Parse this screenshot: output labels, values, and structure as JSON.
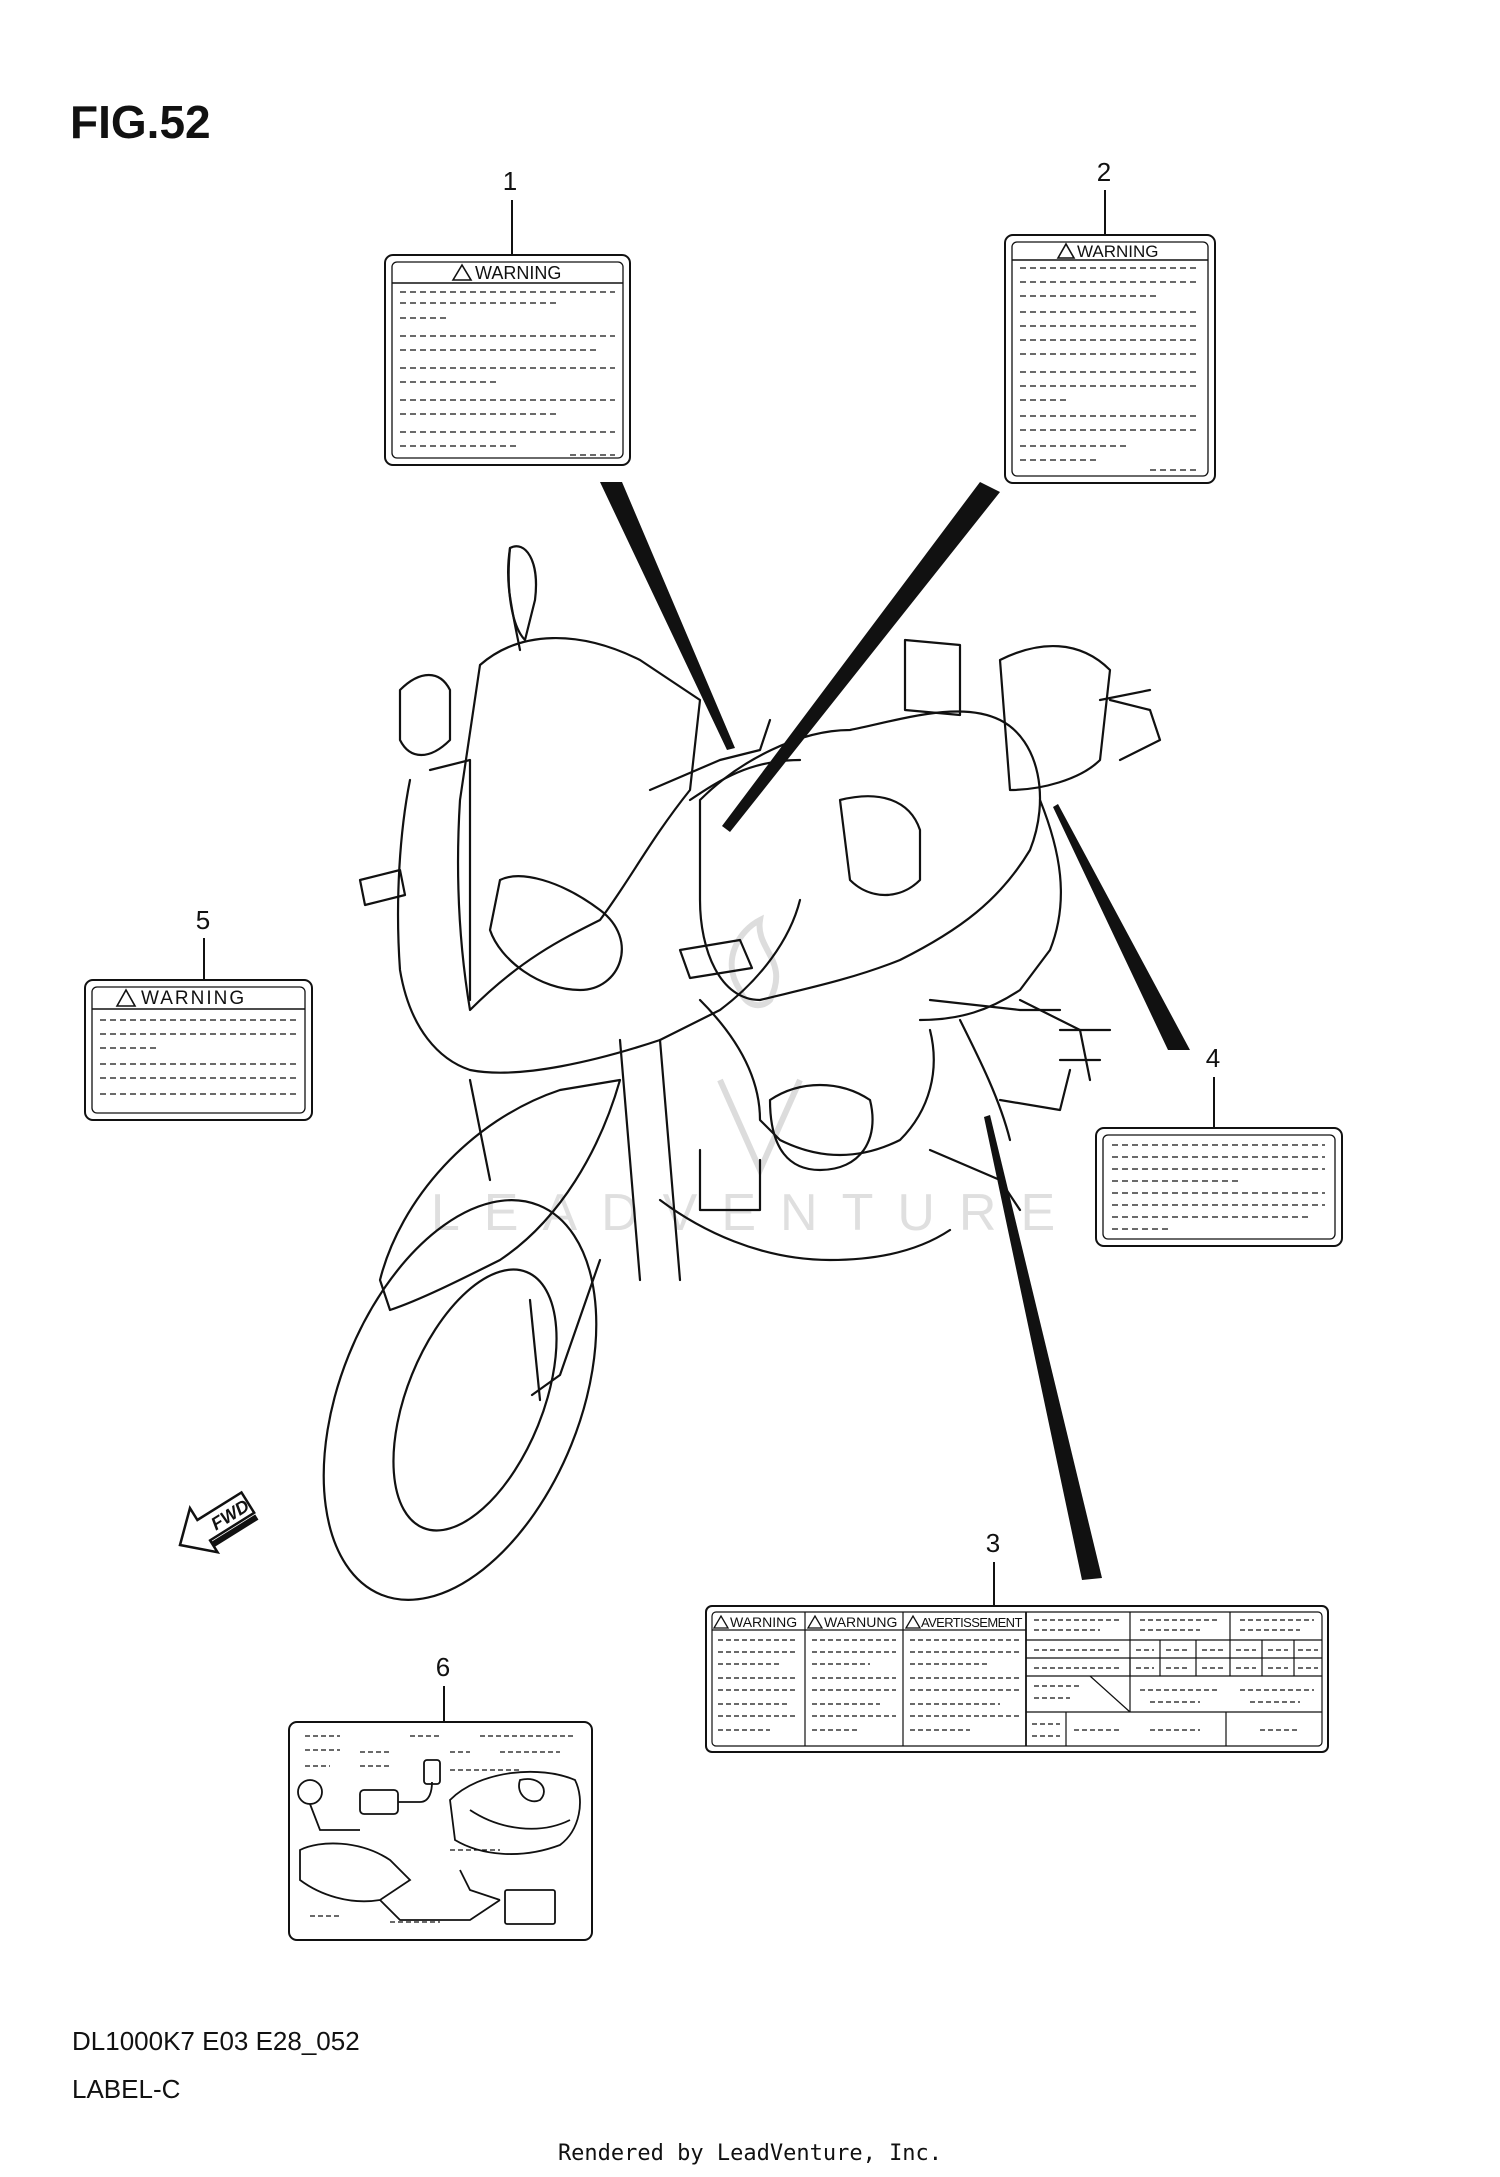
{
  "figure": {
    "title": "FIG.52",
    "code": "DL1000K7 E03 E28_052",
    "subtitle": "LABEL-C",
    "footer": "Rendered by LeadVenture, Inc.",
    "watermark": "LEADVENTURE",
    "fwd_label": "FWD"
  },
  "callouts": [
    {
      "number": "1",
      "label_text": "WARNING"
    },
    {
      "number": "2",
      "label_text": "WARNING"
    },
    {
      "number": "3",
      "label_text": [
        "WARNING",
        "WARNUNG",
        "AVERTISSEMENT"
      ]
    },
    {
      "number": "4",
      "label_text": ""
    },
    {
      "number": "5",
      "label_text": "WARNING"
    },
    {
      "number": "6",
      "label_text": ""
    }
  ],
  "colors": {
    "ink": "#111111",
    "watermark": "#d9d9d9"
  }
}
